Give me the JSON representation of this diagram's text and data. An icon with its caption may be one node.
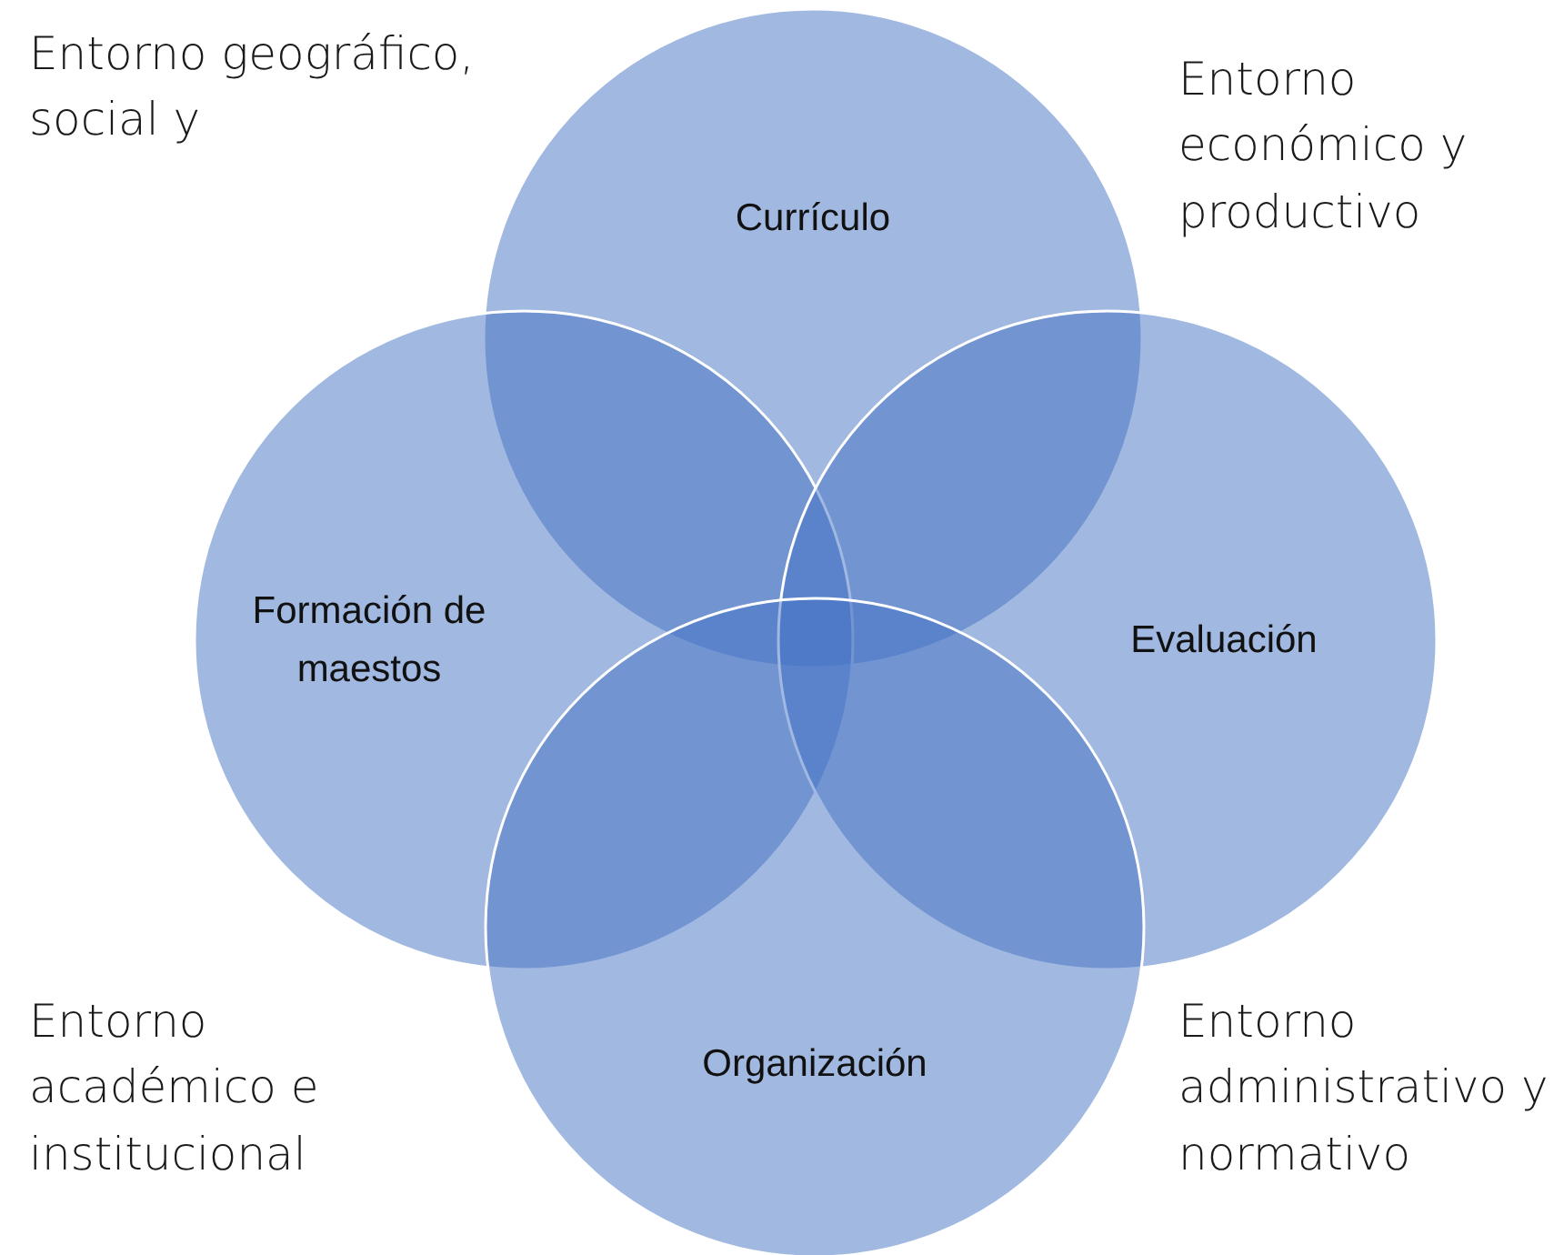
{
  "diagram": {
    "nodes": [
      {
        "text": [
          "Currículo"
        ]
      },
      {
        "text": [
          "Formación de maestos"
        ]
      },
      {
        "text": [
          "Evaluación"
        ]
      },
      {
        "text": [
          "Organización"
        ]
      }
    ],
    "labels": [
      "Entorno geográfico, social y",
      "Entorno económico y productivo",
      "Entorno académico e institucional",
      "Entorno administrativo y normativo"
    ]
  }
}
